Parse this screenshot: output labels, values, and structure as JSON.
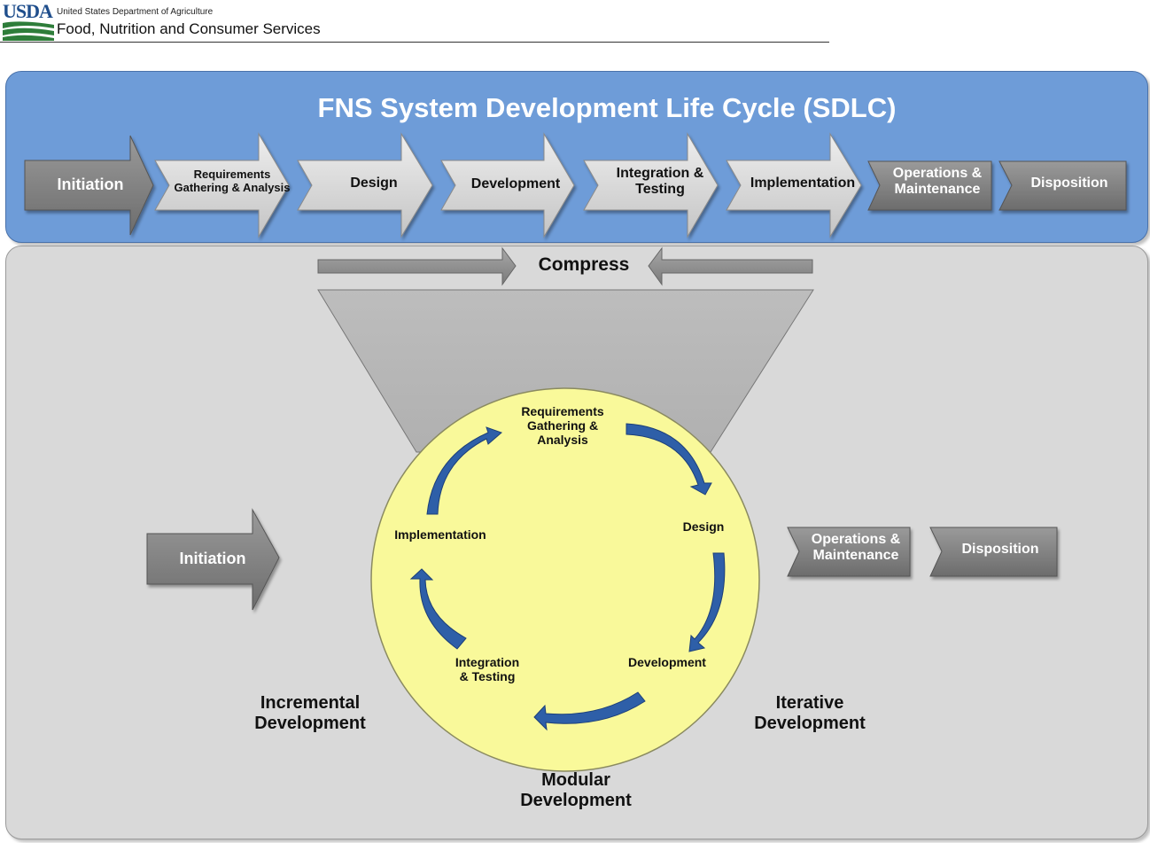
{
  "header": {
    "logo_text": "USDA",
    "department": "United States Department of Agriculture",
    "agency": "Food, Nutrition and Consumer Services"
  },
  "title": "FNS System Development Life Cycle (SDLC)",
  "phases": {
    "initiation": "Initiation",
    "requirements": [
      "Requirements",
      "Gathering & Analysis"
    ],
    "design": "Design",
    "development": "Development",
    "integration": [
      "Integration &",
      "Testing"
    ],
    "implementation": "Implementation",
    "operations": [
      "Operations &",
      "Maintenance"
    ],
    "disposition": "Disposition"
  },
  "compress_label": "Compress",
  "cycle": {
    "requirements": [
      "Requirements",
      "Gathering &",
      "Analysis"
    ],
    "design": "Design",
    "development": "Development",
    "integration": [
      "Integration",
      "& Testing"
    ],
    "implementation": "Implementation"
  },
  "bottom": {
    "initiation": "Initiation",
    "operations": [
      "Operations &",
      "Maintenance"
    ],
    "disposition": "Disposition"
  },
  "approaches": {
    "incremental": [
      "Incremental",
      "Development"
    ],
    "iterative": [
      "Iterative",
      "Development"
    ],
    "modular": [
      "Modular",
      "Development"
    ]
  },
  "colors": {
    "top_panel": "#6e9cd8",
    "bottom_panel": "#d9d9d9",
    "light_arrow": "#d4d4d4",
    "dark_arrow": "#808080",
    "circle": "#f9f99a",
    "cycle_arrow": "#2e5fa8"
  }
}
